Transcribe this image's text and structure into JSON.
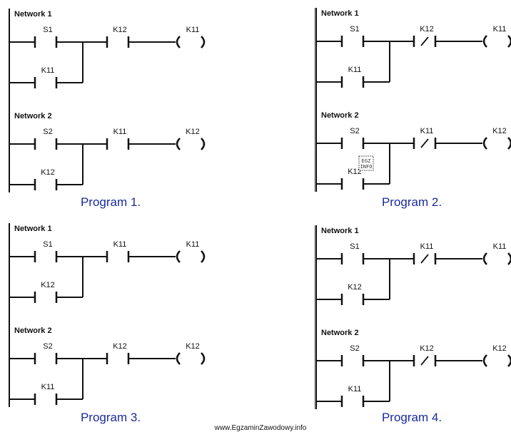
{
  "programs": [
    {
      "caption": "Program  1.",
      "networks": [
        {
          "title": "Network 1",
          "contact1": "S1",
          "parallel": "K11",
          "series": "K12",
          "series_nc": false,
          "coil": "K11"
        },
        {
          "title": "Network 2",
          "contact1": "S2",
          "parallel": "K12",
          "series": "K11",
          "series_nc": false,
          "coil": "K12"
        }
      ]
    },
    {
      "caption": "Program  2.",
      "networks": [
        {
          "title": "Network 1",
          "contact1": "S1",
          "parallel": "K11",
          "series": "K12",
          "series_nc": true,
          "coil": "K11"
        },
        {
          "title": "Network 2",
          "contact1": "S2",
          "parallel": "K12",
          "series": "K11",
          "series_nc": true,
          "coil": "K12"
        }
      ]
    },
    {
      "caption": "Program  3.",
      "networks": [
        {
          "title": "Network 1",
          "contact1": "S1",
          "parallel": "K12",
          "series": "K11",
          "series_nc": false,
          "coil": "K11"
        },
        {
          "title": "Network 2",
          "contact1": "S2",
          "parallel": "K11",
          "series": "K12",
          "series_nc": false,
          "coil": "K12"
        }
      ]
    },
    {
      "caption": "Program  4.",
      "networks": [
        {
          "title": "Network 1",
          "contact1": "S1",
          "parallel": "K12",
          "series": "K11",
          "series_nc": true,
          "coil": "K11"
        },
        {
          "title": "Network 2",
          "contact1": "S2",
          "parallel": "K11",
          "series": "K12",
          "series_nc": true,
          "coil": "K12"
        }
      ]
    }
  ],
  "watermark_logo": "EGZ INFO",
  "footer": "www.EgzaminZawodowy.info"
}
